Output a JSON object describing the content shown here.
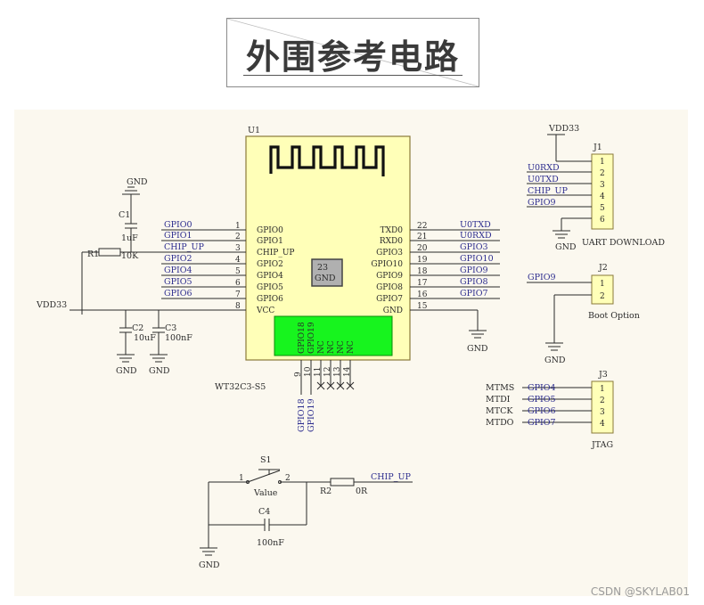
{
  "title": "外围参考电路",
  "watermark": "CSDN @SKYLAB01",
  "module": {
    "ref": "U1",
    "name": "WT32C3-S5",
    "gnd_pad_num": "23",
    "gnd_pad_name": "GND",
    "left_pins": [
      {
        "num": "1",
        "name": "GPIO0",
        "net": "GPIO0"
      },
      {
        "num": "2",
        "name": "GPIO1",
        "net": "GPIO1"
      },
      {
        "num": "3",
        "name": "CHIP_UP",
        "net": "CHIP_UP"
      },
      {
        "num": "4",
        "name": "GPIO2",
        "net": "GPIO2"
      },
      {
        "num": "5",
        "name": "GPIO4",
        "net": "GPIO4"
      },
      {
        "num": "6",
        "name": "GPIO5",
        "net": "GPIO5"
      },
      {
        "num": "7",
        "name": "GPIO6",
        "net": "GPIO6"
      },
      {
        "num": "8",
        "name": "VCC",
        "net": ""
      }
    ],
    "right_pins": [
      {
        "num": "22",
        "name": "TXD0",
        "net": "U0TXD"
      },
      {
        "num": "21",
        "name": "RXD0",
        "net": "U0RXD"
      },
      {
        "num": "20",
        "name": "GPIO3",
        "net": "GPIO3"
      },
      {
        "num": "19",
        "name": "GPIO10",
        "net": "GPIO10"
      },
      {
        "num": "18",
        "name": "GPIO9",
        "net": "GPIO9"
      },
      {
        "num": "17",
        "name": "GPIO8",
        "net": "GPIO8"
      },
      {
        "num": "16",
        "name": "GPIO7",
        "net": "GPIO7"
      },
      {
        "num": "15",
        "name": "GND",
        "net": ""
      }
    ],
    "bottom_pins": [
      {
        "num": "9",
        "name": "GPIO18",
        "net": "GPIO18"
      },
      {
        "num": "10",
        "name": "GPIO19",
        "net": "GPIO19"
      },
      {
        "num": "11",
        "name": "NC",
        "net": ""
      },
      {
        "num": "12",
        "name": "NC",
        "net": ""
      },
      {
        "num": "13",
        "name": "NC",
        "net": ""
      },
      {
        "num": "14",
        "name": "NC",
        "net": ""
      }
    ]
  },
  "power": {
    "vdd": "VDD33",
    "gnd": "GND"
  },
  "parts": {
    "c1_ref": "C1",
    "c1_val": "1uF",
    "r1_ref": "R1",
    "r1_val": "10K",
    "c2_ref": "C2",
    "c2_val": "10uF",
    "c3_ref": "C3",
    "c3_val": "100nF",
    "s1_ref": "S1",
    "s1_val": "Value",
    "s1_pin1": "1",
    "s1_pin2": "2",
    "c4_ref": "C4",
    "c4_val": "100nF",
    "r2_ref": "R2",
    "r2_val": "0R",
    "chip_up_net": "CHIP_UP"
  },
  "j1": {
    "ref": "J1",
    "caption": "UART DOWNLOAD",
    "pins": [
      {
        "num": "1",
        "net": ""
      },
      {
        "num": "2",
        "net": "U0RXD"
      },
      {
        "num": "3",
        "net": "U0TXD"
      },
      {
        "num": "4",
        "net": "CHIP_UP"
      },
      {
        "num": "5",
        "net": "GPIO9"
      },
      {
        "num": "6",
        "net": ""
      }
    ]
  },
  "j2": {
    "ref": "J2",
    "caption": "Boot Option",
    "pins": [
      {
        "num": "1",
        "net": "GPIO9"
      },
      {
        "num": "2",
        "net": ""
      }
    ]
  },
  "j3": {
    "ref": "J3",
    "caption": "JTAG",
    "pins": [
      {
        "num": "1",
        "sig": "MTMS",
        "net": "GPIO4"
      },
      {
        "num": "2",
        "sig": "MTDI",
        "net": "GPIO5"
      },
      {
        "num": "3",
        "sig": "MTCK",
        "net": "GPIO6"
      },
      {
        "num": "4",
        "sig": "MTDO",
        "net": "GPIO7"
      }
    ]
  }
}
